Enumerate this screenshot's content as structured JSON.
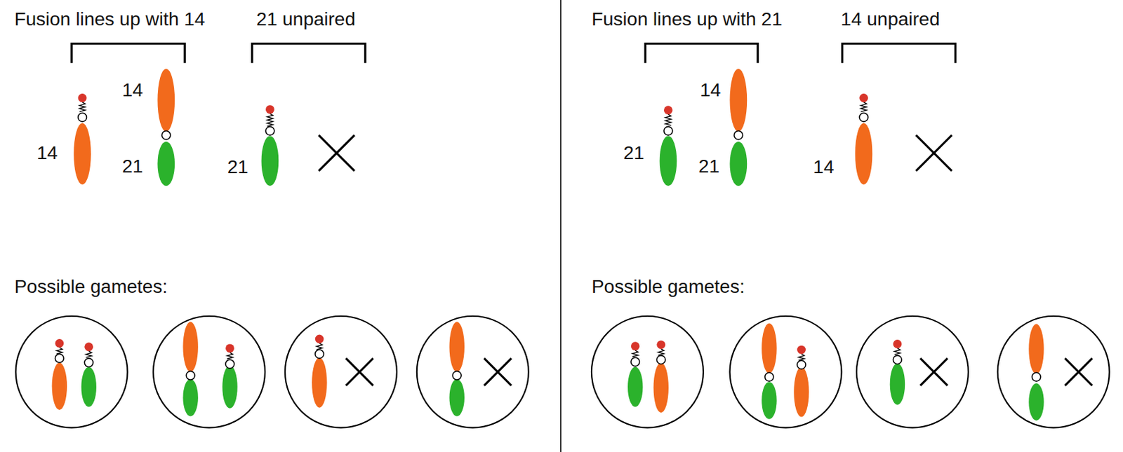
{
  "diagram": {
    "labels": [
      "Fusion lines up with 14",
      "21 unpaired",
      "14",
      "14",
      "21",
      "21",
      "Possible gametes:",
      "Fusion lines up with 21",
      "14 unpaired",
      "14",
      "21",
      "21",
      "14",
      "Possible gametes:"
    ]
  }
}
